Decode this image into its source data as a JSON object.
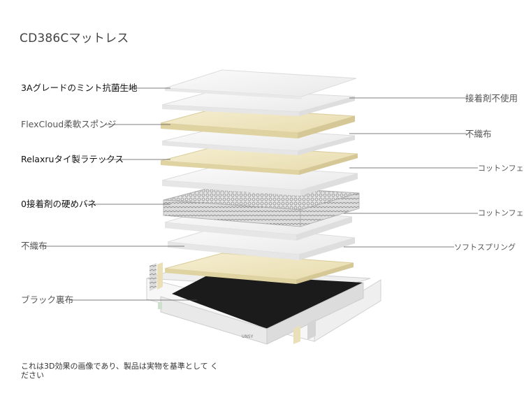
{
  "title": "CD386Cマットレス",
  "left_labels": [
    "3Aグレードのミント抗菌生地",
    "FlexCloud柔軟スポンジ",
    "Relaxruタイ製ラテックス",
    "0接着剤の硬めバネ",
    "不織布",
    "ブラック裏布"
  ],
  "right_labels": [
    "接着剤不使用",
    "不織布",
    "コットンフェ",
    "コットンフェ",
    "ソフトスプリング"
  ],
  "base_brand": "UNSY",
  "note": "これは3D効果の画像であり、製品は実物を基準として ください",
  "colors": {
    "white_layer": "#f4f4f4",
    "cream_layer": "#efe6c4",
    "spring_layer": "#c9c9c9",
    "black_base": "#1b1b1b",
    "leader_line": "#555555"
  }
}
